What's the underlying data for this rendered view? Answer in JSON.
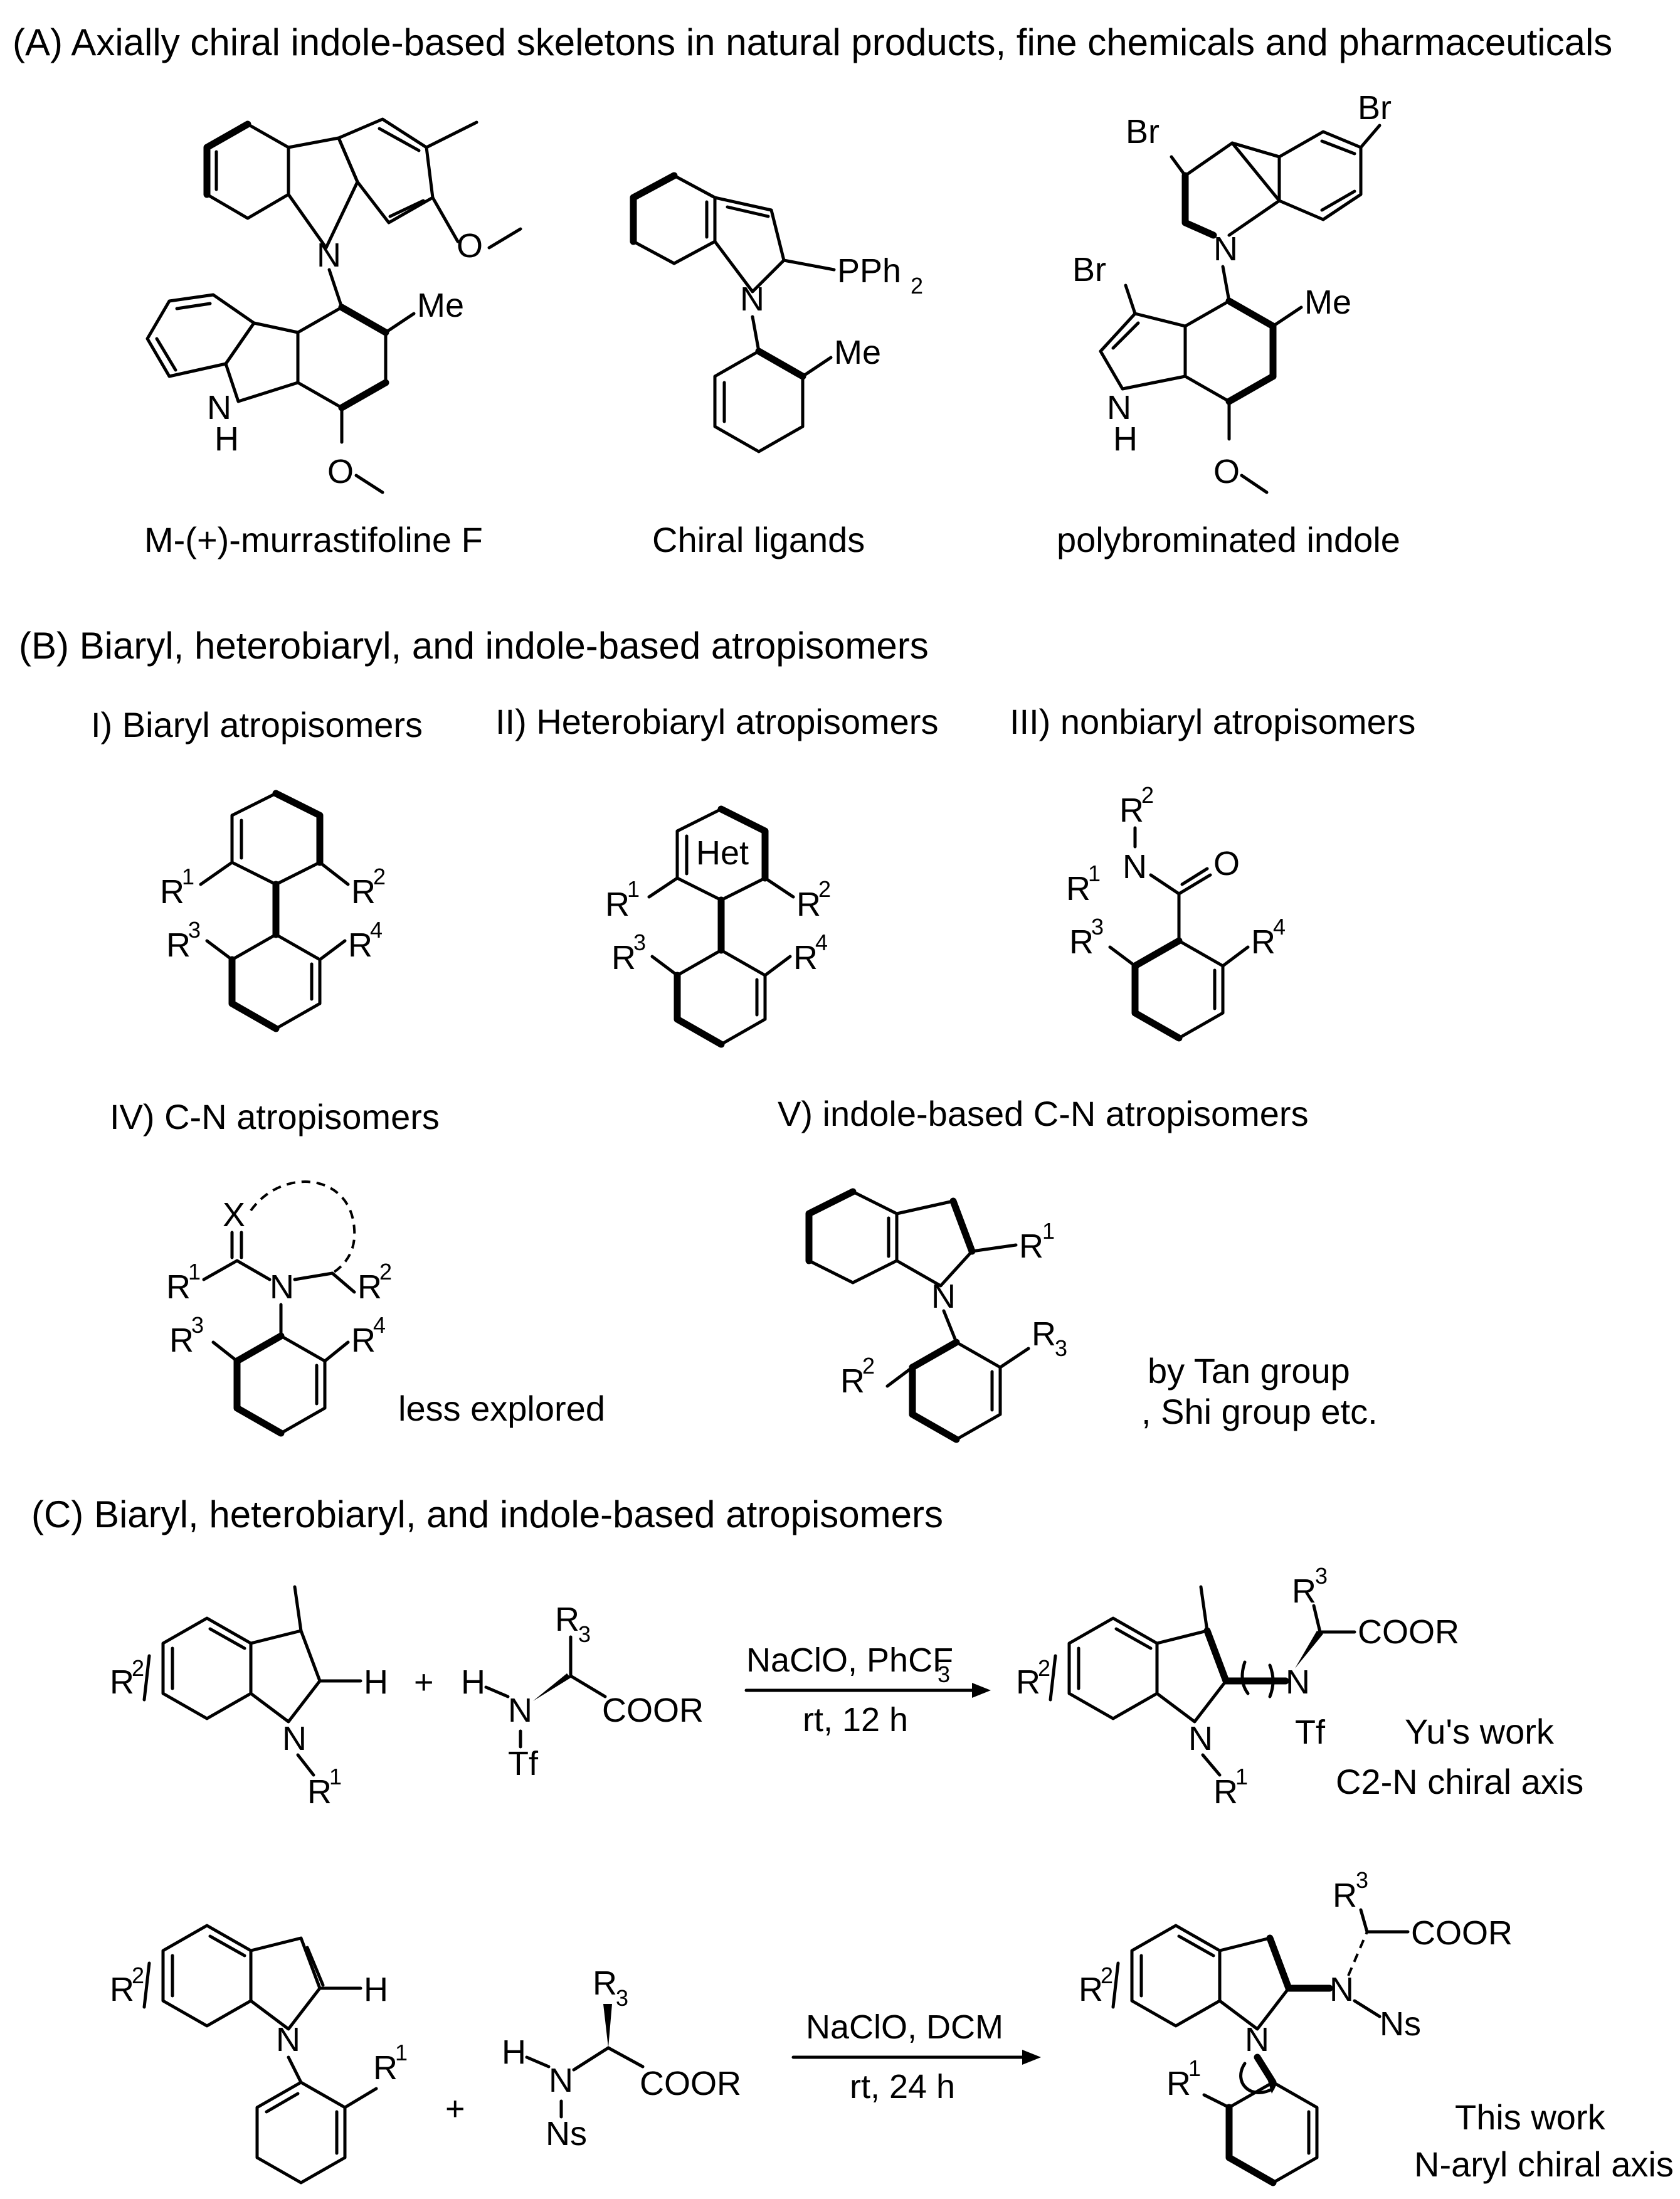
{
  "sections": {
    "a_title": "(A) Axially chiral indole-based skeletons in natural products, fine chemicals and pharmaceuticals",
    "b_title": "(B) Biaryl, heterobiaryl, and indole-based atropisomers",
    "c_title": "(C) Biaryl, heterobiaryl, and indole-based atropisomers"
  },
  "section_a": {
    "captions": [
      "M-(+)-murrastifoline F",
      "Chiral ligands",
      "polybrominated indole"
    ],
    "atoms": {
      "N": "N",
      "NH_N": "N",
      "NH_H": "H",
      "O": "O",
      "Me": "Me",
      "PPh": "PPh",
      "PPh_sub": "2",
      "Br": "Br"
    }
  },
  "section_b": {
    "categories": [
      "I) Biaryl atropisomers",
      "II) Heterobiaryl atropisomers",
      "III) nonbiaryl atropisomers",
      "IV) C-N atropisomers",
      "V) indole-based C-N atropisomers"
    ],
    "het": "Het",
    "x": "X",
    "less_explored": "less explored",
    "credit_line1": "by Tan group",
    "credit_line2": ", Shi group etc."
  },
  "section_c": {
    "reaction1": {
      "reagent": "NaClO, PhCF",
      "reagent_sub": "3",
      "conditions": "rt, 12 h",
      "note1": "Yu's work",
      "note2": "C2-N chiral axis"
    },
    "reaction2": {
      "reagent": "NaClO, DCM",
      "conditions": "rt, 24 h",
      "note1": "This work",
      "note2": "N-aryl chiral axis"
    },
    "plus": "+",
    "atoms": {
      "R": "R",
      "H": "H",
      "N": "N",
      "Tf": "Tf",
      "Ns": "Ns",
      "COOR": "COOR",
      "sup1": "1",
      "sup2": "2",
      "sup3": "3",
      "sup4": "4",
      "sub3": "3"
    }
  }
}
